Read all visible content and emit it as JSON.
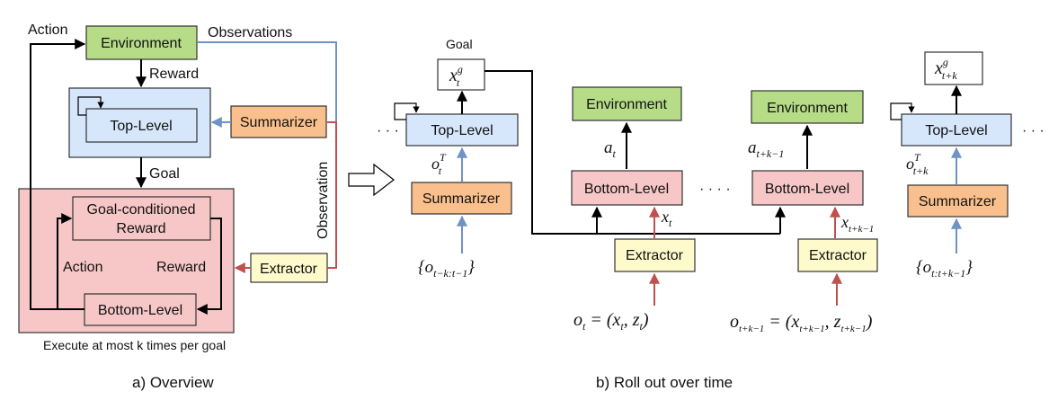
{
  "colors": {
    "green": "#b6dc87",
    "blue": "#d6e6fb",
    "orange": "#f9c08d",
    "red": "#f7c7c7",
    "yellow": "#fffacc",
    "obs_blue": "#6e93c4",
    "obs_red": "#c0504d"
  },
  "overview": {
    "action_top": "Action",
    "environment": "Environment",
    "observations": "Observations",
    "reward": "Reward",
    "top_level": "Top-Level",
    "summarizer": "Summarizer",
    "goal": "Goal",
    "observation_vertical": "Observation",
    "goal_reward_line1": "Goal-conditioned",
    "goal_reward_line2": "Reward",
    "action_inner": "Action",
    "reward_inner": "Reward",
    "extractor": "Extractor",
    "bottom_level": "Bottom-Level",
    "execute_note": "Execute at most k times per goal",
    "caption": "a) Overview"
  },
  "rollout": {
    "goal": "Goal",
    "xg_t": "x",
    "xg_t_sup": "g",
    "xg_t_sub": "t",
    "ellipsis_left": "· · ·",
    "top_level_1": "Top-Level",
    "oT_t": "o",
    "oT_t_sup": "T",
    "oT_t_sub": "t",
    "summarizer_1": "Summarizer",
    "obs_hist_1": "{o",
    "obs_hist_1_sub": "t−k:t−1",
    "obs_hist_1_close": "}",
    "environment_1": "Environment",
    "a_t": "a",
    "a_t_sub": "t",
    "bottom_level_1": "Bottom-Level",
    "x_t": "x",
    "x_t_sub": "t",
    "extractor_1": "Extractor",
    "o_t_eq": "o",
    "o_t_eq_sub": "t",
    "o_t_eq_rest": " = (x",
    "o_t_eq_sub2": "t",
    "o_t_eq_rest2": ", z",
    "o_t_eq_sub3": "t",
    "o_t_eq_close": ")",
    "dots_middle": "· · · ·",
    "environment_2": "Environment",
    "a_tk": "a",
    "a_tk_sub": "t+k−1",
    "bottom_level_2": "Bottom-Level",
    "x_tk": "x",
    "x_tk_sub": "t+k−1",
    "extractor_2": "Extractor",
    "o_tk_eq": "o",
    "o_tk_eq_sub": "t+k−1",
    "o_tk_eq_rest": " = (x",
    "o_tk_eq_sub2": "t+k−1",
    "o_tk_eq_rest2": ", z",
    "o_tk_eq_sub3": "t+k−1",
    "o_tk_eq_close": ")",
    "xg_tk": "x",
    "xg_tk_sup": "g",
    "xg_tk_sub": "t+k",
    "top_level_2": "Top-Level",
    "ellipsis_right": "· · ·",
    "oT_tk": "o",
    "oT_tk_sup": "T",
    "oT_tk_sub": "t+k",
    "summarizer_2": "Summarizer",
    "obs_hist_2": "{o",
    "obs_hist_2_sub": "t:t+k−1",
    "obs_hist_2_close": "}",
    "caption": "b) Roll out over time"
  }
}
